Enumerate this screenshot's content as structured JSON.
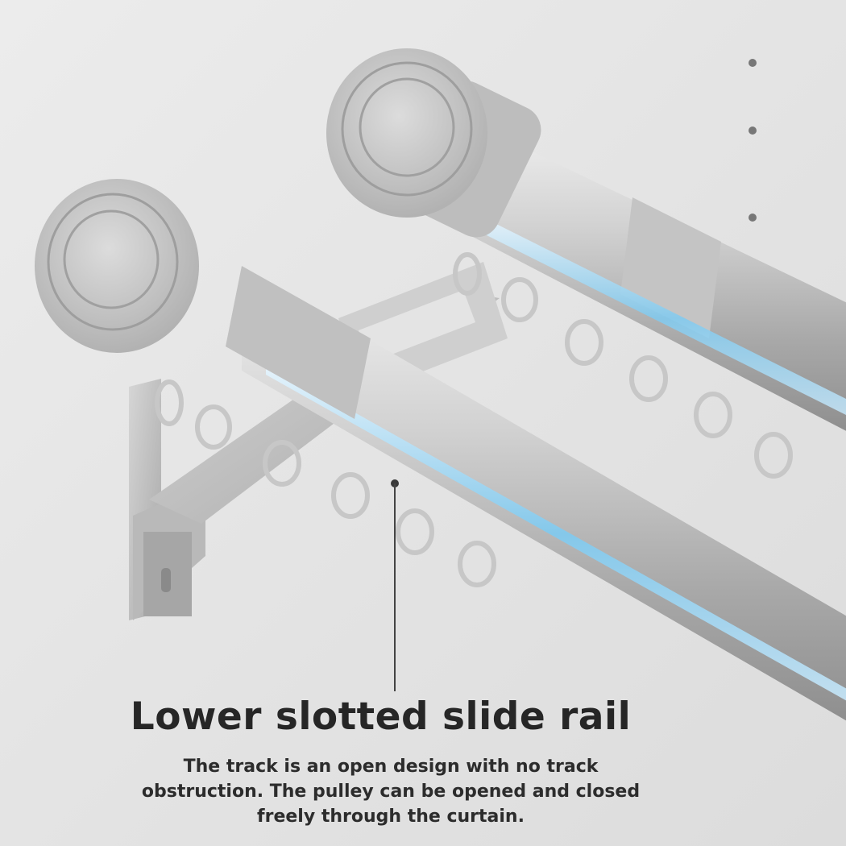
{
  "callout": {
    "title": "Lower slotted slide rail",
    "description": "The track is an open design with no track obstruction. The pulley can be opened and closed freely through the curtain."
  },
  "product": {
    "subject": "double curtain rod with lower slotted slide rail and ring hooks",
    "finish_color": "#c8c8c8",
    "accent_color": "#4fb6e6",
    "background_color": "#e7e7e7"
  },
  "decor": {
    "dots": 3
  }
}
